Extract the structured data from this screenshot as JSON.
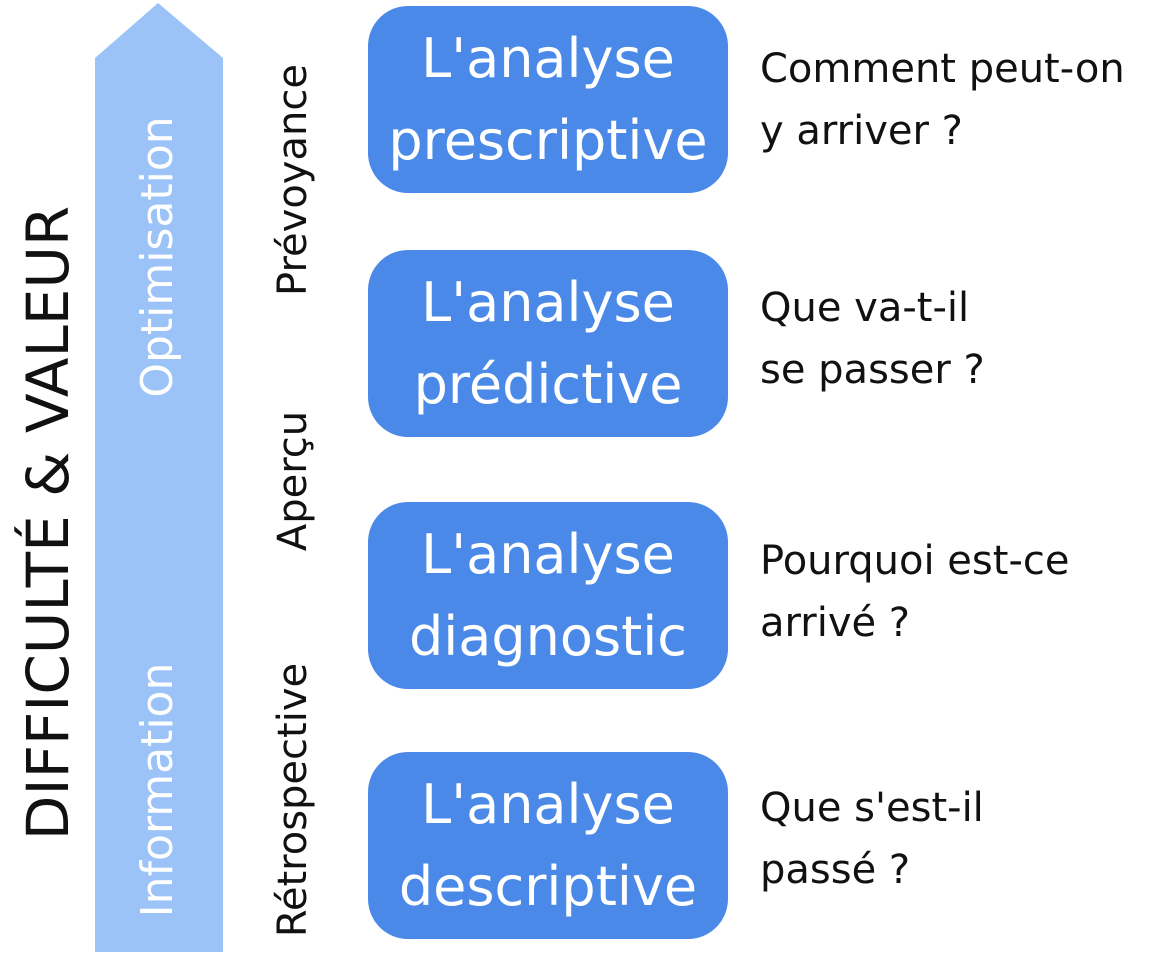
{
  "axis": {
    "title": "DIFFICULTÉ & VALEUR"
  },
  "arrow": {
    "top_label": "Optimisation",
    "bottom_label": "Information",
    "color": "#9cc3f7"
  },
  "side_labels": {
    "top": "Prévoyance",
    "middle": "Aperçu",
    "bottom": "Rétrospective"
  },
  "box_color": "#4a89e8",
  "levels": [
    {
      "box_line1": "L'analyse",
      "box_line2": "prescriptive",
      "question_line1": "Comment peut-on",
      "question_line2": "y arriver ?"
    },
    {
      "box_line1": "L'analyse",
      "box_line2": "prédictive",
      "question_line1": "Que va-t-il",
      "question_line2": "se passer ?"
    },
    {
      "box_line1": "L'analyse",
      "box_line2": "diagnostic",
      "question_line1": "Pourquoi est-ce",
      "question_line2": "arrivé ?"
    },
    {
      "box_line1": "L'analyse",
      "box_line2": "descriptive",
      "question_line1": "Que s'est-il",
      "question_line2": "passé ?"
    }
  ]
}
